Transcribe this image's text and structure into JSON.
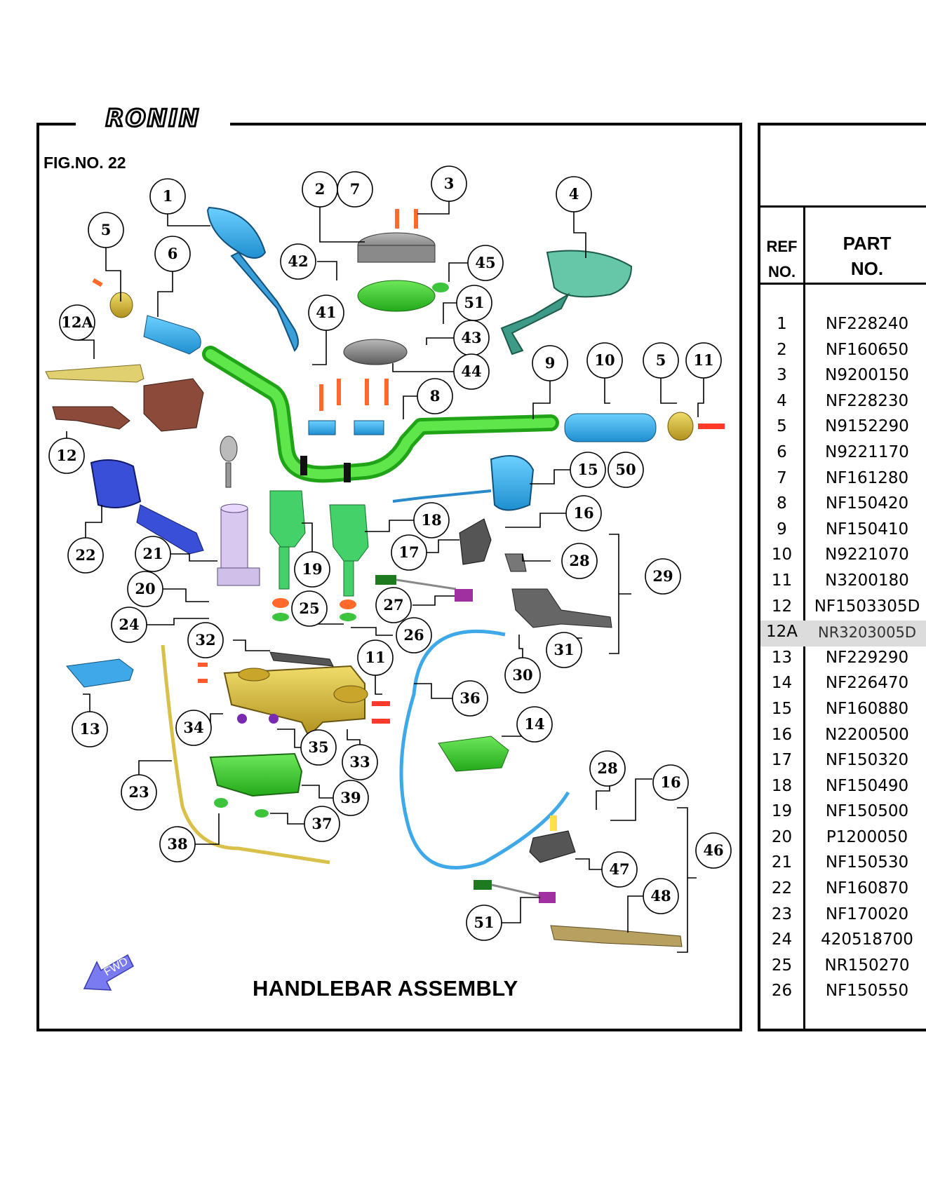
{
  "brand": "RONIN",
  "figure_number": "FIG.NO. 22",
  "title": "HANDLEBAR ASSEMBLY",
  "fwd_label": "FWD",
  "table": {
    "header_ref": [
      "REF",
      "NO."
    ],
    "header_part": [
      "PART",
      "NO."
    ],
    "highlighted_ref": "12A",
    "rows": [
      {
        "ref": "1",
        "part": "NF228240"
      },
      {
        "ref": "2",
        "part": "NF160650"
      },
      {
        "ref": "3",
        "part": "N9200150"
      },
      {
        "ref": "4",
        "part": "NF228230"
      },
      {
        "ref": "5",
        "part": "N9152290"
      },
      {
        "ref": "6",
        "part": "N9221170"
      },
      {
        "ref": "7",
        "part": "NF161280"
      },
      {
        "ref": "8",
        "part": "NF150420"
      },
      {
        "ref": "9",
        "part": "NF150410"
      },
      {
        "ref": "10",
        "part": "N9221070"
      },
      {
        "ref": "11",
        "part": "N3200180"
      },
      {
        "ref": "12",
        "part": "NF1503305D"
      },
      {
        "ref": "12A",
        "part": "NR3203005D"
      },
      {
        "ref": "13",
        "part": "NF229290"
      },
      {
        "ref": "14",
        "part": "NF226470"
      },
      {
        "ref": "15",
        "part": "NF160880"
      },
      {
        "ref": "16",
        "part": "N2200500"
      },
      {
        "ref": "17",
        "part": "NF150320"
      },
      {
        "ref": "18",
        "part": "NF150490"
      },
      {
        "ref": "19",
        "part": "NF150500"
      },
      {
        "ref": "20",
        "part": "P1200050"
      },
      {
        "ref": "21",
        "part": "NF150530"
      },
      {
        "ref": "22",
        "part": "NF160870"
      },
      {
        "ref": "23",
        "part": "NF170020"
      },
      {
        "ref": "24",
        "part": "420518700"
      },
      {
        "ref": "25",
        "part": "NR150270"
      },
      {
        "ref": "26",
        "part": "NF150550"
      }
    ]
  },
  "callouts": [
    "1",
    "2",
    "7",
    "3",
    "4",
    "5",
    "6",
    "42",
    "45",
    "12A",
    "41",
    "51",
    "43",
    "44",
    "9",
    "10",
    "5",
    "11",
    "8",
    "12",
    "15",
    "50",
    "16",
    "22",
    "21",
    "19",
    "18",
    "17",
    "28",
    "20",
    "25",
    "27",
    "29",
    "24",
    "26",
    "31",
    "32",
    "11",
    "30",
    "36",
    "13",
    "34",
    "35",
    "33",
    "14",
    "28",
    "16",
    "23",
    "39",
    "37",
    "46",
    "38",
    "47",
    "48",
    "51"
  ],
  "colors": {
    "mirror": "#3aa0e0",
    "handlebar": "#3bd02a",
    "grip": "#3fb6ee",
    "bar_end": "#d9c24a",
    "lever_brown": "#8b4a3a",
    "lever_gold": "#d8c86a",
    "switch_blue": "#3a4fd8",
    "triple_clamp": "#d8b43a",
    "lower_clamp": "#3cc43c",
    "cable_blue": "#3ea8e8",
    "cable_yellow": "#d8c04a",
    "fwd_arrow": "#7b7bf0"
  }
}
